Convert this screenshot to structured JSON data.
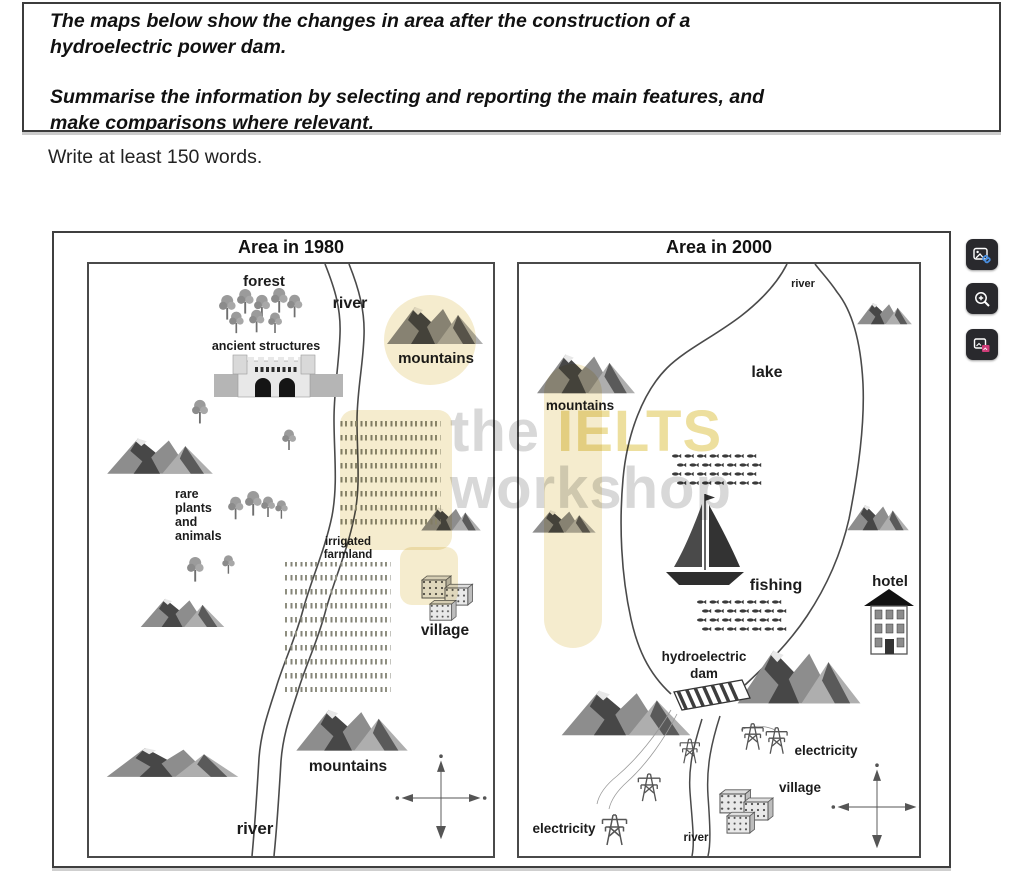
{
  "task": {
    "prompt_paragraph1": "The maps below show the changes in area after the construction of a hydroelectric power dam.",
    "prompt_paragraph2": "Summarise the information by selecting and reporting the main features, and make comparisons where relevant.",
    "word_count_note": "Write at least 150 words."
  },
  "figure": {
    "map_1980": {
      "title": "Area in 1980",
      "labels": {
        "forest": "forest",
        "river_top": "river",
        "ancient_structures": "ancient structures",
        "mountains_ne": "mountains",
        "rare_plants_lines": [
          "rare",
          "plants",
          "and",
          "animals"
        ],
        "farmland_lines": [
          "irrigated",
          "farmland"
        ],
        "village": "village",
        "mountains_s": "mountains",
        "river_bottom": "river"
      }
    },
    "map_2000": {
      "title": "Area in 2000",
      "labels": {
        "river_top": "river",
        "lake": "lake",
        "mountains_w": "mountains",
        "fishing": "fishing",
        "hotel": "hotel",
        "dam_lines": [
          "hydroelectric",
          "dam"
        ],
        "electricity_e": "electricity",
        "village": "village",
        "electricity_sw": "electricity",
        "river_bottom": "river"
      }
    },
    "watermark": {
      "word1": "the",
      "word2": "IELTS",
      "word3": "workshop"
    }
  },
  "colors": {
    "highlight_yellow": "#f5ecce",
    "watermark_yellow": "#eddf9e",
    "watermark_gray": "#d8d8d8",
    "button_bg": "#29292d",
    "link_blue": "#4a8fe0",
    "overlay_pink": "#cf3d78"
  },
  "action_buttons": [
    {
      "name": "open-image-link",
      "icon": "image-link-icon"
    },
    {
      "name": "zoom-image",
      "icon": "zoom-in-icon"
    },
    {
      "name": "image-overlay",
      "icon": "picture-overlay-icon"
    }
  ]
}
